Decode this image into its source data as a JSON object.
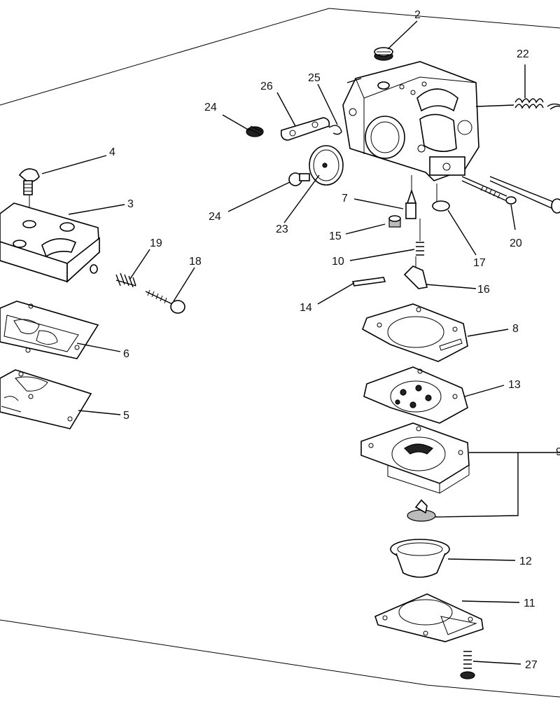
{
  "diagram": {
    "labels": {
      "l2": "2",
      "l22": "22",
      "l25": "25",
      "l26": "26",
      "l24a": "24",
      "l4": "4",
      "l3": "3",
      "l19": "19",
      "l18": "18",
      "l6": "6",
      "l5": "5",
      "l24b": "24",
      "l23": "23",
      "l7": "7",
      "l15": "15",
      "l10": "10",
      "l17": "17",
      "l20": "20",
      "l16": "16",
      "l14": "14",
      "l8": "8",
      "l13": "13",
      "l9": "9",
      "l12": "12",
      "l11": "11",
      "l27": "27"
    }
  }
}
